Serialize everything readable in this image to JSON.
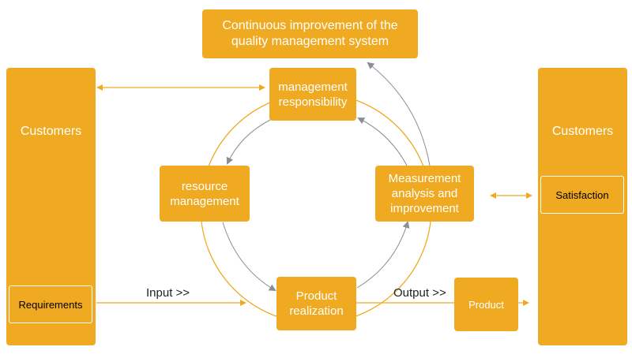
{
  "title_box": {
    "line1": "Continuous improvement of the",
    "line2": "quality management system"
  },
  "left_column": {
    "title": "Customers",
    "inset": "Requirements"
  },
  "right_column": {
    "title": "Customers",
    "inset": "Satisfaction"
  },
  "nodes": {
    "management": {
      "line1": "management",
      "line2": "responsibility"
    },
    "resource": {
      "line1": "resource",
      "line2": "management"
    },
    "measurement": {
      "line1": "Measurement",
      "line2": "analysis and",
      "line3": "improvement"
    },
    "product_realization": {
      "line1": "Product",
      "line2": "realization"
    },
    "product": "Product"
  },
  "labels": {
    "input": "Input >>",
    "output": "Output >>"
  },
  "colors": {
    "accent": "#f0aa22",
    "cycle_arrow": "#8a8f96",
    "text_on_accent": "#ffffff"
  }
}
